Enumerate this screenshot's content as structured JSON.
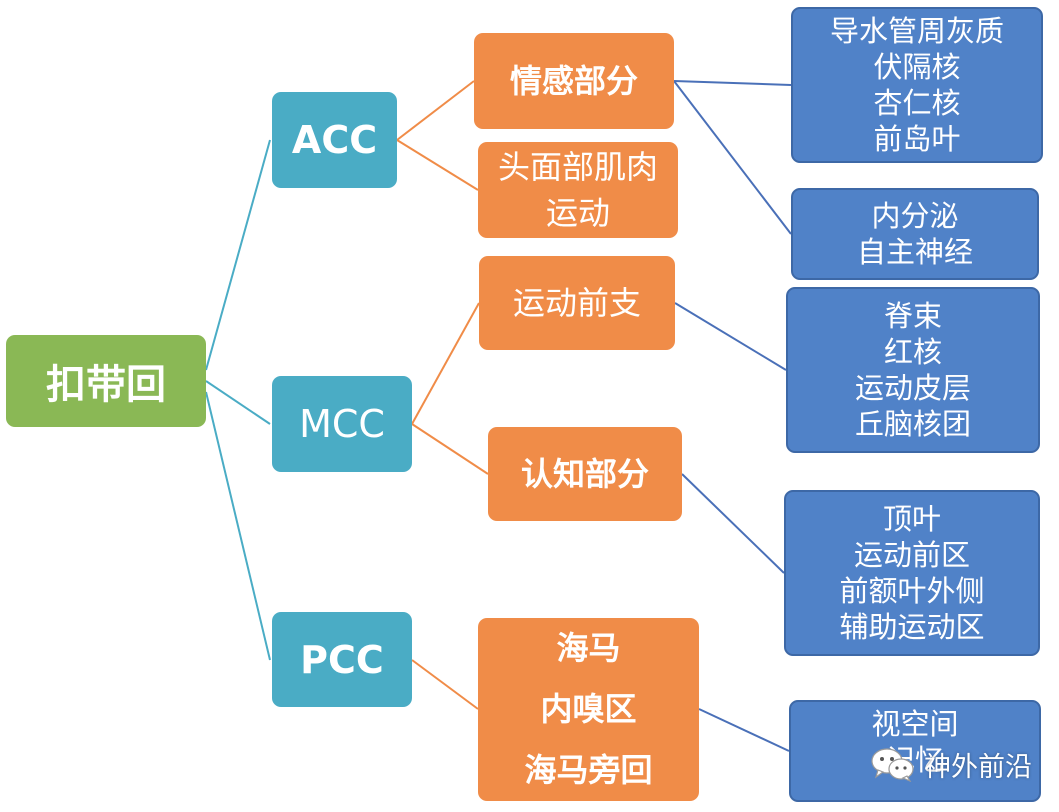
{
  "root": {
    "label": "扣带回"
  },
  "level1": {
    "acc": "ACC",
    "mcc": "MCC",
    "pcc": "PCC"
  },
  "level2": {
    "emotion": "情感部分",
    "facial": "头面部肌肉\n运动",
    "motor_anterior": "运动前支",
    "cognition": "认知部分",
    "hippocampus": "海马\n内嗅区\n海马旁回"
  },
  "level3": {
    "emotion_targets": "导水管周灰质\n伏隔核\n杏仁核\n前岛叶",
    "autonomic": "内分泌\n自主神经",
    "motor_targets": "脊束\n红核\n运动皮层\n丘脑核团",
    "cognition_targets": "顶叶\n运动前区\n前额叶外侧\n辅助运动区",
    "spatial": "视空间\n记忆"
  },
  "watermark": {
    "text": "神外前沿"
  },
  "colors": {
    "root": "#8ab855",
    "level1": "#4aacc5",
    "level2": "#f08c48",
    "level3": "#5082c8",
    "line_teal": "#4aacc5",
    "line_orange": "#f08c48",
    "line_blue": "#4a70b8"
  }
}
